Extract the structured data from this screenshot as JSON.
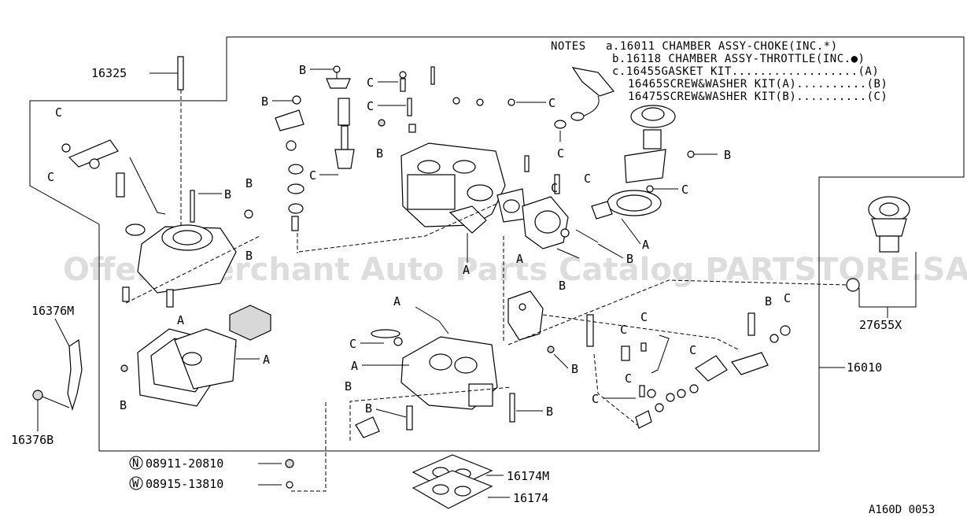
{
  "notes": {
    "heading": "NOTES",
    "lines": [
      "a.16011 CHAMBER ASSY-CHOKE(INC.*)",
      "b.16118 CHAMBER ASSY-THROTTLE(INC.●)",
      "c.16455GASKET KIT..................(A)",
      "16465SCREW&WASHER KIT(A)..........(B)",
      "16475SCREW&WASHER KIT(B)..........(C)"
    ]
  },
  "parts": {
    "p16325": "16325",
    "p16376M": "16376M",
    "p16376B": "16376B",
    "p27655X": "27655X",
    "p16010": "16010",
    "p16174M": "16174M",
    "p16174": "16174",
    "p08911": "08911-20810",
    "p08915": "08915-13810",
    "n_symbol": "N",
    "w_symbol": "W"
  },
  "letters": {
    "A": "A",
    "B": "B",
    "C": "C"
  },
  "diagram_code": "A160D 0053",
  "watermark": "Offers Merchant Auto Parts Catalog PARTSTORE.SA"
}
